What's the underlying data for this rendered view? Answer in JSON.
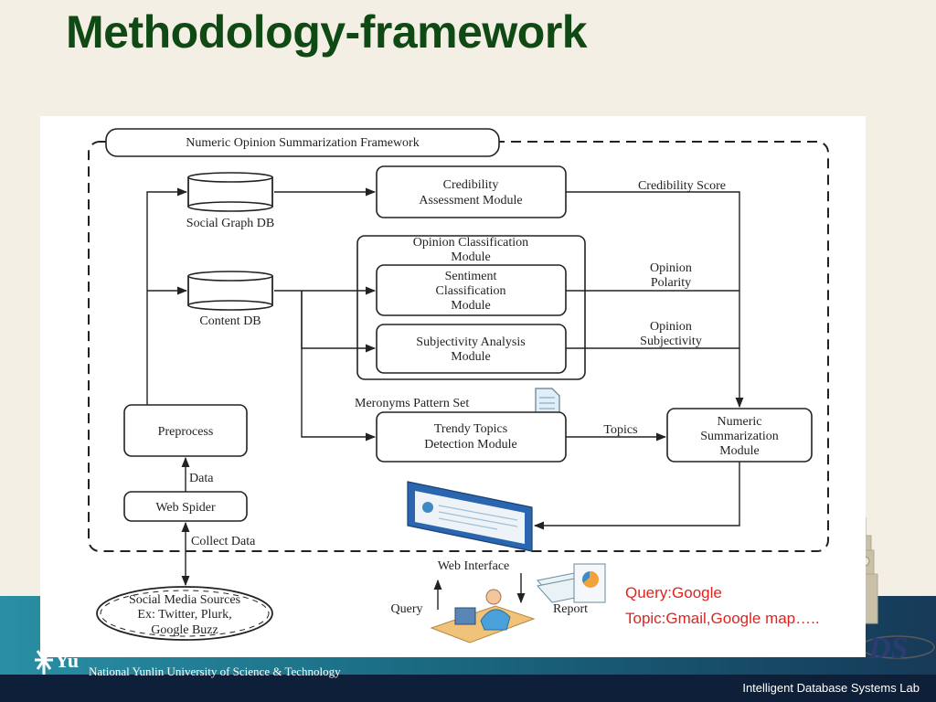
{
  "slide": {
    "title": "Methodology-framework",
    "footer_lab": "Intelligent Database Systems Lab",
    "university": "National Yunlin University of Science & Technology"
  },
  "diagram": {
    "frame_title": "Numeric Opinion Summarization Framework",
    "social_graph_db": "Social Graph DB",
    "content_db": "Content DB",
    "preprocess": "Preprocess",
    "web_spider": "Web Spider",
    "data_label": "Data",
    "collect_data": "Collect Data",
    "social_media": [
      "Social Media Sources",
      "Ex: Twitter, Plurk,",
      "Google Buzz"
    ],
    "credibility_module": [
      "Credibility",
      "Assessment Module"
    ],
    "credibility_score": "Credibility Score",
    "opinion_classification": [
      "Opinion Classification",
      "Module"
    ],
    "sentiment_module": [
      "Sentiment",
      "Classification",
      "Module"
    ],
    "opinion_polarity": [
      "Opinion",
      "Polarity"
    ],
    "subjectivity_module": [
      "Subjectivity Analysis",
      "Module"
    ],
    "opinion_subjectivity": [
      "Opinion",
      "Subjectivity"
    ],
    "meronyms": "Meronyms Pattern Set",
    "trendy_module": [
      "Trendy Topics",
      "Detection Module"
    ],
    "topics": "Topics",
    "numeric_module": [
      "Numeric",
      "Summarization",
      "Module"
    ],
    "web_interface": "Web Interface",
    "query_label": "Query",
    "report_label": "Report"
  },
  "query_note": {
    "line1": "Query:Google",
    "line2": "Topic:Gmail,Google map….."
  },
  "colors": {
    "title": "#0f4a14",
    "query_text": "#e0241e",
    "band": "#1b6f86",
    "lab_bar": "#0e1f3a"
  }
}
